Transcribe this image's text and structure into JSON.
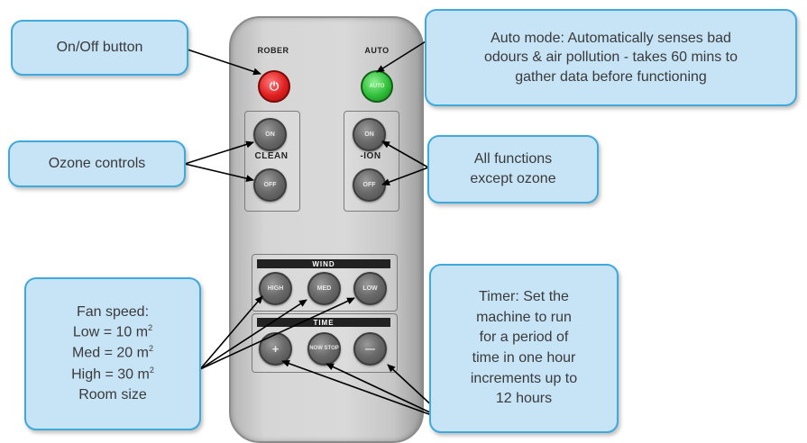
{
  "remote": {
    "power_label": "ROBER",
    "auto_label": "AUTO",
    "power_symbol": "⏻",
    "auto_button_text": "AUTO",
    "clean_label": "CLEAN",
    "ion_label": "-ION",
    "on_text": "ON",
    "off_text": "OFF",
    "wind_label": "WIND",
    "high_text": "HIGH",
    "med_text": "MED",
    "low_text": "LOW",
    "time_label": "TIME",
    "plus_text": "+",
    "nowstop_text": "NOW STOP",
    "minus_text": "—",
    "power_color": "#e01f1f",
    "auto_color": "#2fbf3a"
  },
  "callouts": {
    "onoff": "On/Off button",
    "auto_lines": [
      "Auto mode: Automatically senses bad",
      "odours & air pollution - takes 60 mins to",
      "gather data before functioning"
    ],
    "ozone": "Ozone controls",
    "functions_lines": [
      "All functions",
      "except ozone"
    ],
    "fan": {
      "title": "Fan speed:",
      "low": "Low = 10 m",
      "med": "Med = 20 m",
      "high": "High = 30 m",
      "sup": "2",
      "room": "Room size"
    },
    "timer_lines": [
      "Timer: Set the",
      "machine to run",
      "for a period of",
      "time in one hour",
      "increments up to",
      "12 hours"
    ]
  },
  "colors": {
    "callout_fill": "#c7e3f6",
    "callout_border": "#3fa9db",
    "arrow": "#000000"
  }
}
